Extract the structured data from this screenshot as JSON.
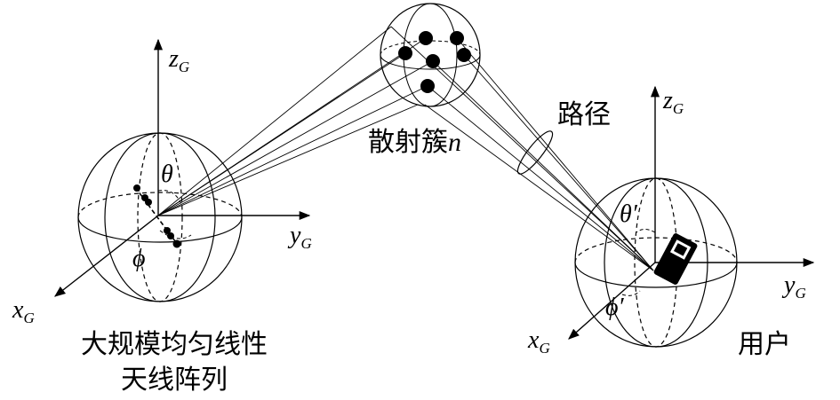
{
  "left_array": {
    "axis_z": "z",
    "axis_y": "y",
    "axis_x": "x",
    "sub_G": "G",
    "theta": "θ",
    "phi": "ϕ",
    "caption_line1": "大规模均匀线性",
    "caption_line2": "天线阵列"
  },
  "cluster": {
    "label_text": "散射簇",
    "label_var": "n"
  },
  "path_label": "路径",
  "user": {
    "axis_z": "z",
    "axis_y": "y",
    "axis_x": "x",
    "sub_G": "G",
    "theta": "θ′",
    "phi": "ϕ′",
    "caption": "用户"
  }
}
